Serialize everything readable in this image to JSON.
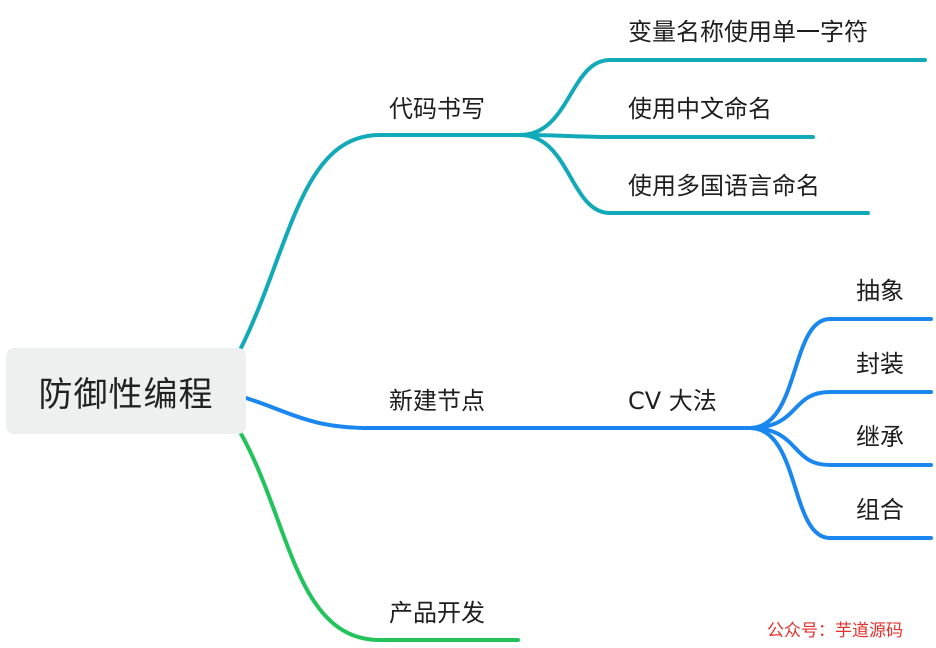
{
  "root": {
    "label": "防御性编程"
  },
  "branches": [
    {
      "label": "代码书写",
      "color": "#12aab8",
      "children": [
        "变量名称使用单一字符",
        "使用中文命名",
        "使用多国语言命名"
      ]
    },
    {
      "label": "新建节点",
      "color": "#1a86f0",
      "sub": {
        "label": "CV 大法",
        "children": [
          "抽象",
          "封装",
          "继承",
          "组合"
        ]
      }
    },
    {
      "label": "产品开发",
      "color": "#22c35a",
      "children": []
    }
  ],
  "watermark": "公众号：芋道源码"
}
